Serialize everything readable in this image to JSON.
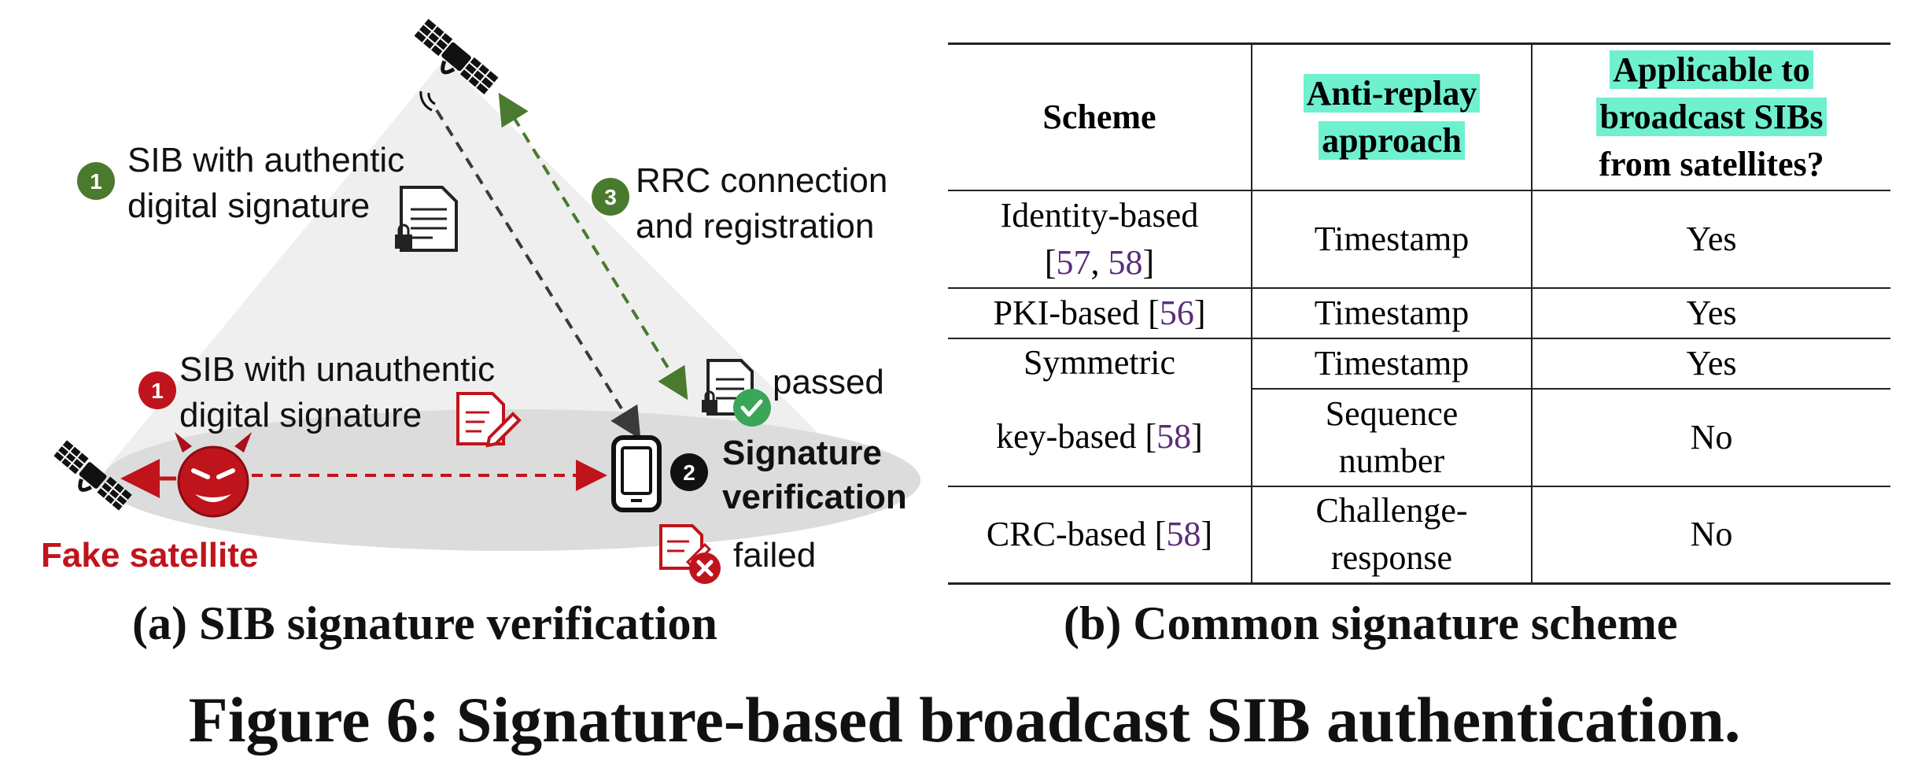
{
  "diagram": {
    "step1_number": "1",
    "step1_text_line1": "SIB with authentic",
    "step1_text_line2": "digital signature",
    "step3_number": "3",
    "step3_text_line1": "RRC connection",
    "step3_text_line2": "and registration",
    "attack_number": "1",
    "attack_text_line1": "SIB with unauthentic",
    "attack_text_line2": "digital signature",
    "passed_label": "passed",
    "step2_number": "2",
    "verify_line1": "Signature",
    "verify_line2": "verification",
    "failed_label": "failed",
    "fake_satellite_label": "Fake satellite",
    "colors": {
      "green": "#4a7a2e",
      "red": "#c0141c",
      "dark": "#222222",
      "cone": "#efefef",
      "ground": "#dcdcdc"
    }
  },
  "table": {
    "headers": {
      "scheme": "Scheme",
      "anti_replay_line1": "Anti-replay",
      "anti_replay_line2": "approach",
      "applicable_line1": "Applicable to",
      "applicable_line2": "broadcast SIBs",
      "applicable_line3": "from satellites?"
    },
    "rows": {
      "identity": {
        "scheme_line1": "Identity-based",
        "cite_open": "[",
        "cite_a": "57",
        "cite_sep": ", ",
        "cite_b": "58",
        "cite_close": "]",
        "approach": "Timestamp",
        "applicable": "Yes"
      },
      "pki": {
        "scheme": "PKI-based [",
        "cite": "56",
        "cite_close": "]",
        "approach": "Timestamp",
        "applicable": "Yes"
      },
      "symmetric": {
        "scheme_line1": "Symmetric",
        "scheme_line2": "key-based [",
        "cite": "58",
        "cite_close": "]",
        "approach1": "Timestamp",
        "applicable1": "Yes",
        "approach2_line1": "Sequence",
        "approach2_line2": "number",
        "applicable2": "No"
      },
      "crc": {
        "scheme": "CRC-based [",
        "cite": "58",
        "cite_close": "]",
        "approach_line1": "Challenge-",
        "approach_line2": "response",
        "applicable": "No"
      }
    }
  },
  "captions": {
    "sub_a": "(a) SIB signature verification",
    "sub_b": "(b) Common signature scheme",
    "figure": "Figure 6: Signature-based broadcast SIB authentication."
  }
}
